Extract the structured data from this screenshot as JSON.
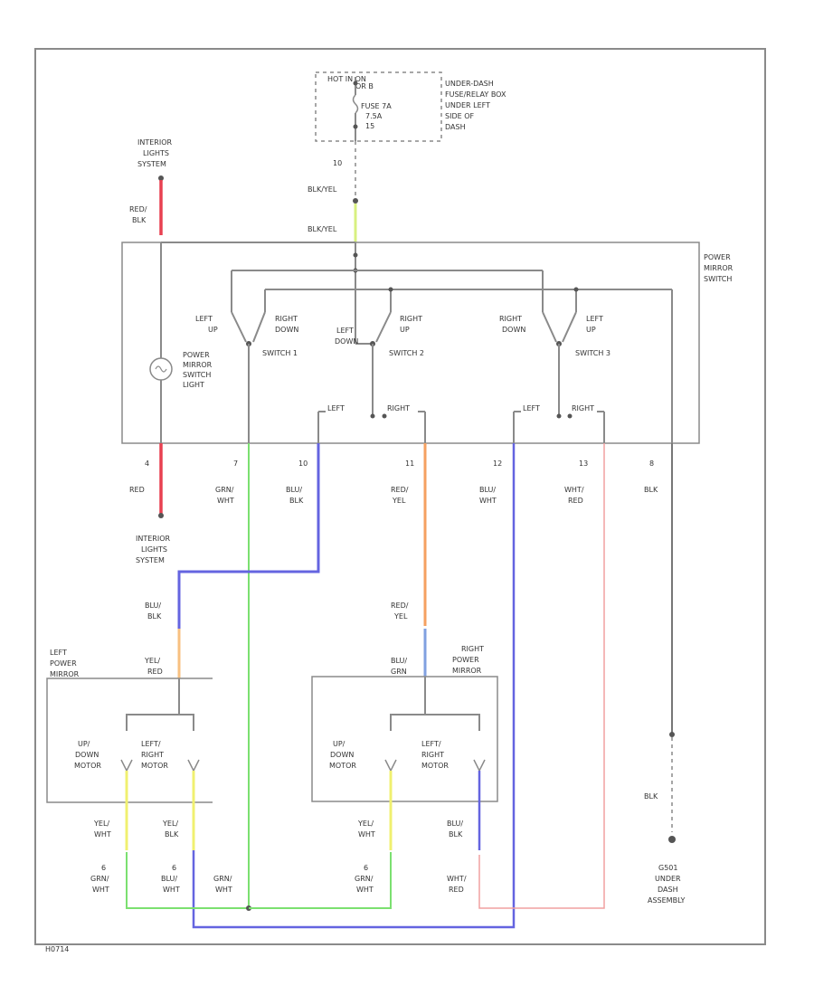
{
  "fuse_block": {
    "lines": [
      "HOT IN ON",
      "OR B",
      "FUSE 7A",
      "7.5A",
      "15"
    ],
    "description": [
      "UNDER-DASH",
      "FUSE/RELAY BOX",
      "UNDER LEFT",
      "SIDE OF",
      "DASH"
    ]
  },
  "interior_lights_top": [
    "INTERIOR",
    "LIGHTS",
    "SYSTEM"
  ],
  "interior_lights_bottom": [
    "INTERIOR",
    "LIGHTS",
    "SYSTEM"
  ],
  "switch_label": [
    "POWER",
    "MIRROR",
    "SWITCH"
  ],
  "switch_light_label": [
    "POWER",
    "MIRROR",
    "SWITCH",
    "LIGHT"
  ],
  "wires_top": {
    "w10": "10",
    "blk_yel_1": "BLK/YEL",
    "blk_yel_2": "BLK/YEL",
    "red_blk": [
      "RED/",
      "BLK"
    ]
  },
  "switches": {
    "switch1": {
      "left": [
        "LEFT",
        "UP"
      ],
      "right": [
        "RIGHT",
        "DOWN"
      ],
      "name": "SWITCH 1"
    },
    "switch2": {
      "left": [
        "LEFT",
        "DOWN"
      ],
      "right": [
        "RIGHT",
        "UP"
      ],
      "name": "SWITCH 2"
    },
    "switch3": {
      "left": [
        "RIGHT",
        "DOWN"
      ],
      "right": [
        "LEFT",
        "UP"
      ],
      "name": "SWITCH 3"
    },
    "left_right_a": [
      "LEFT",
      "RIGHT"
    ],
    "left_right_b": [
      "LEFT",
      "RIGHT"
    ]
  },
  "pins": [
    {
      "num": "4",
      "color": [
        "RED"
      ]
    },
    {
      "num": "7",
      "color": [
        "GRN/",
        "WHT"
      ]
    },
    {
      "num": "10",
      "color": [
        "BLU/",
        "BLK"
      ]
    },
    {
      "num": "11",
      "color": [
        "RED/",
        "YEL"
      ]
    },
    {
      "num": "12",
      "color": [
        "BLU/",
        "WHT"
      ]
    },
    {
      "num": "13",
      "color": [
        "WHT/",
        "RED"
      ]
    },
    {
      "num": "8",
      "color": [
        "BLK"
      ]
    }
  ],
  "left_mirror": {
    "title": [
      "LEFT",
      "POWER",
      "MIRROR"
    ],
    "wire_in": [
      "BLU/",
      "BLK"
    ],
    "wire_in2": [
      "YEL/",
      "RED"
    ],
    "motor1": [
      "UP/",
      "DOWN",
      "MOTOR"
    ],
    "motor2": [
      "LEFT/",
      "RIGHT",
      "MOTOR"
    ],
    "out1": [
      "YEL/",
      "WHT"
    ],
    "out2": [
      "YEL/",
      "BLK"
    ],
    "bottom1": [
      "6",
      "GRN/",
      "WHT"
    ],
    "bottom2": [
      "6",
      "BLU/",
      "WHT"
    ]
  },
  "right_mirror": {
    "title": [
      "RIGHT",
      "POWER",
      "MIRROR"
    ],
    "wire_in": [
      "RED/",
      "YEL"
    ],
    "wire_in2": [
      "BLU/",
      "GRN"
    ],
    "motor1": [
      "UP/",
      "DOWN",
      "MOTOR"
    ],
    "motor2": [
      "LEFT/",
      "RIGHT",
      "MOTOR"
    ],
    "out1": [
      "YEL/",
      "WHT"
    ],
    "out2": [
      "BLU/",
      "BLK"
    ],
    "bottom1": [
      "6",
      "GRN/",
      "WHT"
    ],
    "bottom2": [
      "WHT/",
      "RED"
    ]
  },
  "bottom_center": [
    "GRN/",
    "WHT"
  ],
  "ground": {
    "wire": "BLK",
    "label": [
      "G501",
      "UNDER",
      "DASH",
      "ASSEMBLY"
    ]
  },
  "footer": "H0714",
  "colors": {
    "red": "#e84050",
    "green": "#7be070",
    "blue": "#6464e0",
    "orange": "#f5a060",
    "pink": "#f0a0a0",
    "yellow": "#f0f070",
    "light_blue": "#80a0e0",
    "peach": "#f8c080",
    "yellow_green": "#d8f080"
  }
}
